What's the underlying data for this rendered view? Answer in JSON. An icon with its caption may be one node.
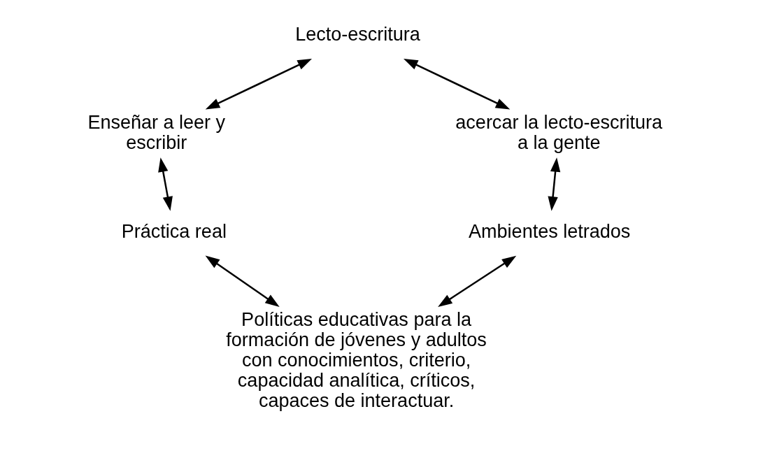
{
  "diagram": {
    "nodes": [
      {
        "text": [
          "Lecto-escritura"
        ]
      },
      {
        "text": [
          "Enseñar a leer y escribir"
        ]
      },
      {
        "text": [
          "acercar la lecto-escritura a la gente"
        ]
      },
      {
        "text": [
          "Práctica real"
        ]
      },
      {
        "text": [
          "Ambientes letrados"
        ]
      },
      {
        "text": [
          "Políticas educativas para la formación de jóvenes y adultos con conocimientos, criterio, capacidad analítica, críticos, capaces de interactuar."
        ]
      }
    ],
    "edges": [
      {
        "from": 0,
        "to": 1,
        "arrow": "both"
      },
      {
        "from": 0,
        "to": 2,
        "arrow": "both"
      },
      {
        "from": 1,
        "to": 3,
        "arrow": "both"
      },
      {
        "from": 2,
        "to": 4,
        "arrow": "both"
      },
      {
        "from": 3,
        "to": 5,
        "arrow": "both"
      },
      {
        "from": 4,
        "to": 5,
        "arrow": "both"
      }
    ]
  }
}
